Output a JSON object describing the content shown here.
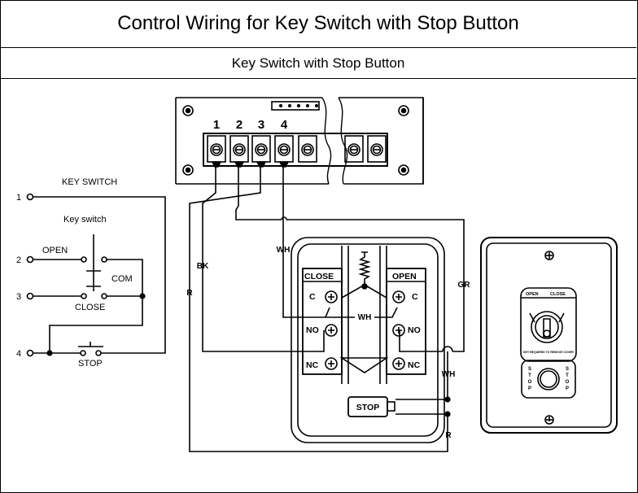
{
  "title": "Control Wiring for Key Switch with Stop Button",
  "subtitle": "Key Switch with Stop Button",
  "terminal_strip": {
    "terminal_numbers": [
      "1",
      "2",
      "3",
      "4"
    ]
  },
  "schematic": {
    "heading": "KEY SWITCH",
    "key_switch_label": "Key switch",
    "open_label": "OPEN",
    "close_label": "CLOSE",
    "com_label": "COM",
    "stop_label": "STOP",
    "terminal_labels": [
      "1",
      "2",
      "3",
      "4"
    ]
  },
  "wire_labels": {
    "bk": "BK",
    "r": "R",
    "wh": "WH",
    "gr": "GR"
  },
  "control_station": {
    "close_label": "CLOSE",
    "open_label": "OPEN",
    "c": "C",
    "no": "NO",
    "nc": "NC",
    "stop_label": "STOP"
  },
  "faceplate": {
    "open_label": "OPEN",
    "close_label": "CLOSE",
    "key_note": "KEY REQUIRED TO REMOVE COVER",
    "stop_vertical": "STOP"
  }
}
